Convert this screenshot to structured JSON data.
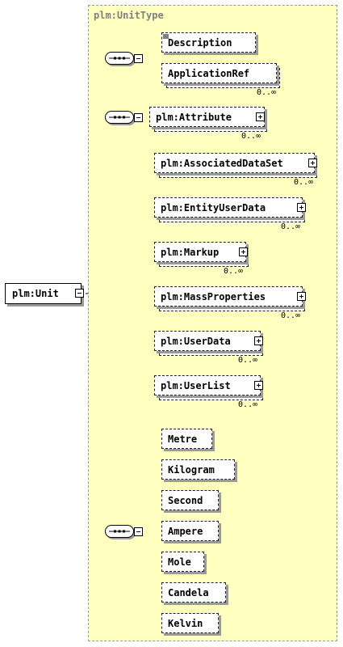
{
  "type_name": "plm:UnitType",
  "root": {
    "label": "plm:Unit"
  },
  "group1": [
    {
      "label": "Description"
    },
    {
      "label": "ApplicationRef",
      "occurs": "0..∞"
    }
  ],
  "group2": [
    {
      "label": "plm:Attribute",
      "occurs": "0..∞"
    },
    {
      "label": "plm:AssociatedDataSet",
      "occurs": "0..∞"
    },
    {
      "label": "plm:EntityUserData",
      "occurs": "0..∞"
    },
    {
      "label": "plm:Markup",
      "occurs": "0..∞"
    },
    {
      "label": "plm:MassProperties",
      "occurs": "0..∞"
    },
    {
      "label": "plm:UserData",
      "occurs": "0..∞"
    },
    {
      "label": "plm:UserList",
      "occurs": "0..∞"
    }
  ],
  "group3": [
    {
      "label": "Metre"
    },
    {
      "label": "Kilogram"
    },
    {
      "label": "Second"
    },
    {
      "label": "Ampere"
    },
    {
      "label": "Mole"
    },
    {
      "label": "Candela"
    },
    {
      "label": "Kelvin"
    }
  ],
  "colors": {
    "type_background": "#ffffc0",
    "type_border": "#9a9a9a",
    "shadow": "#9a9a9a"
  }
}
